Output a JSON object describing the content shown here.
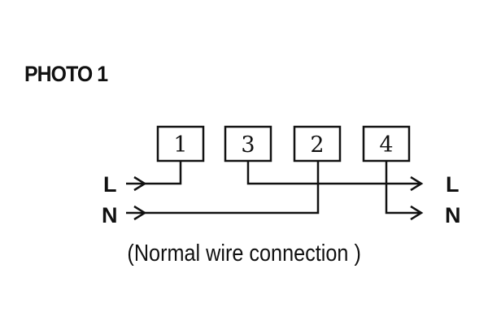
{
  "title": "PHOTO 1",
  "caption": "(Normal wire connection )",
  "terminals": [
    "1",
    "3",
    "2",
    "4"
  ],
  "input_labels": {
    "live": "L",
    "neutral": "N"
  },
  "output_labels": {
    "live": "L",
    "neutral": "N"
  },
  "colors": {
    "ink": "#111111",
    "background": "#ffffff"
  }
}
